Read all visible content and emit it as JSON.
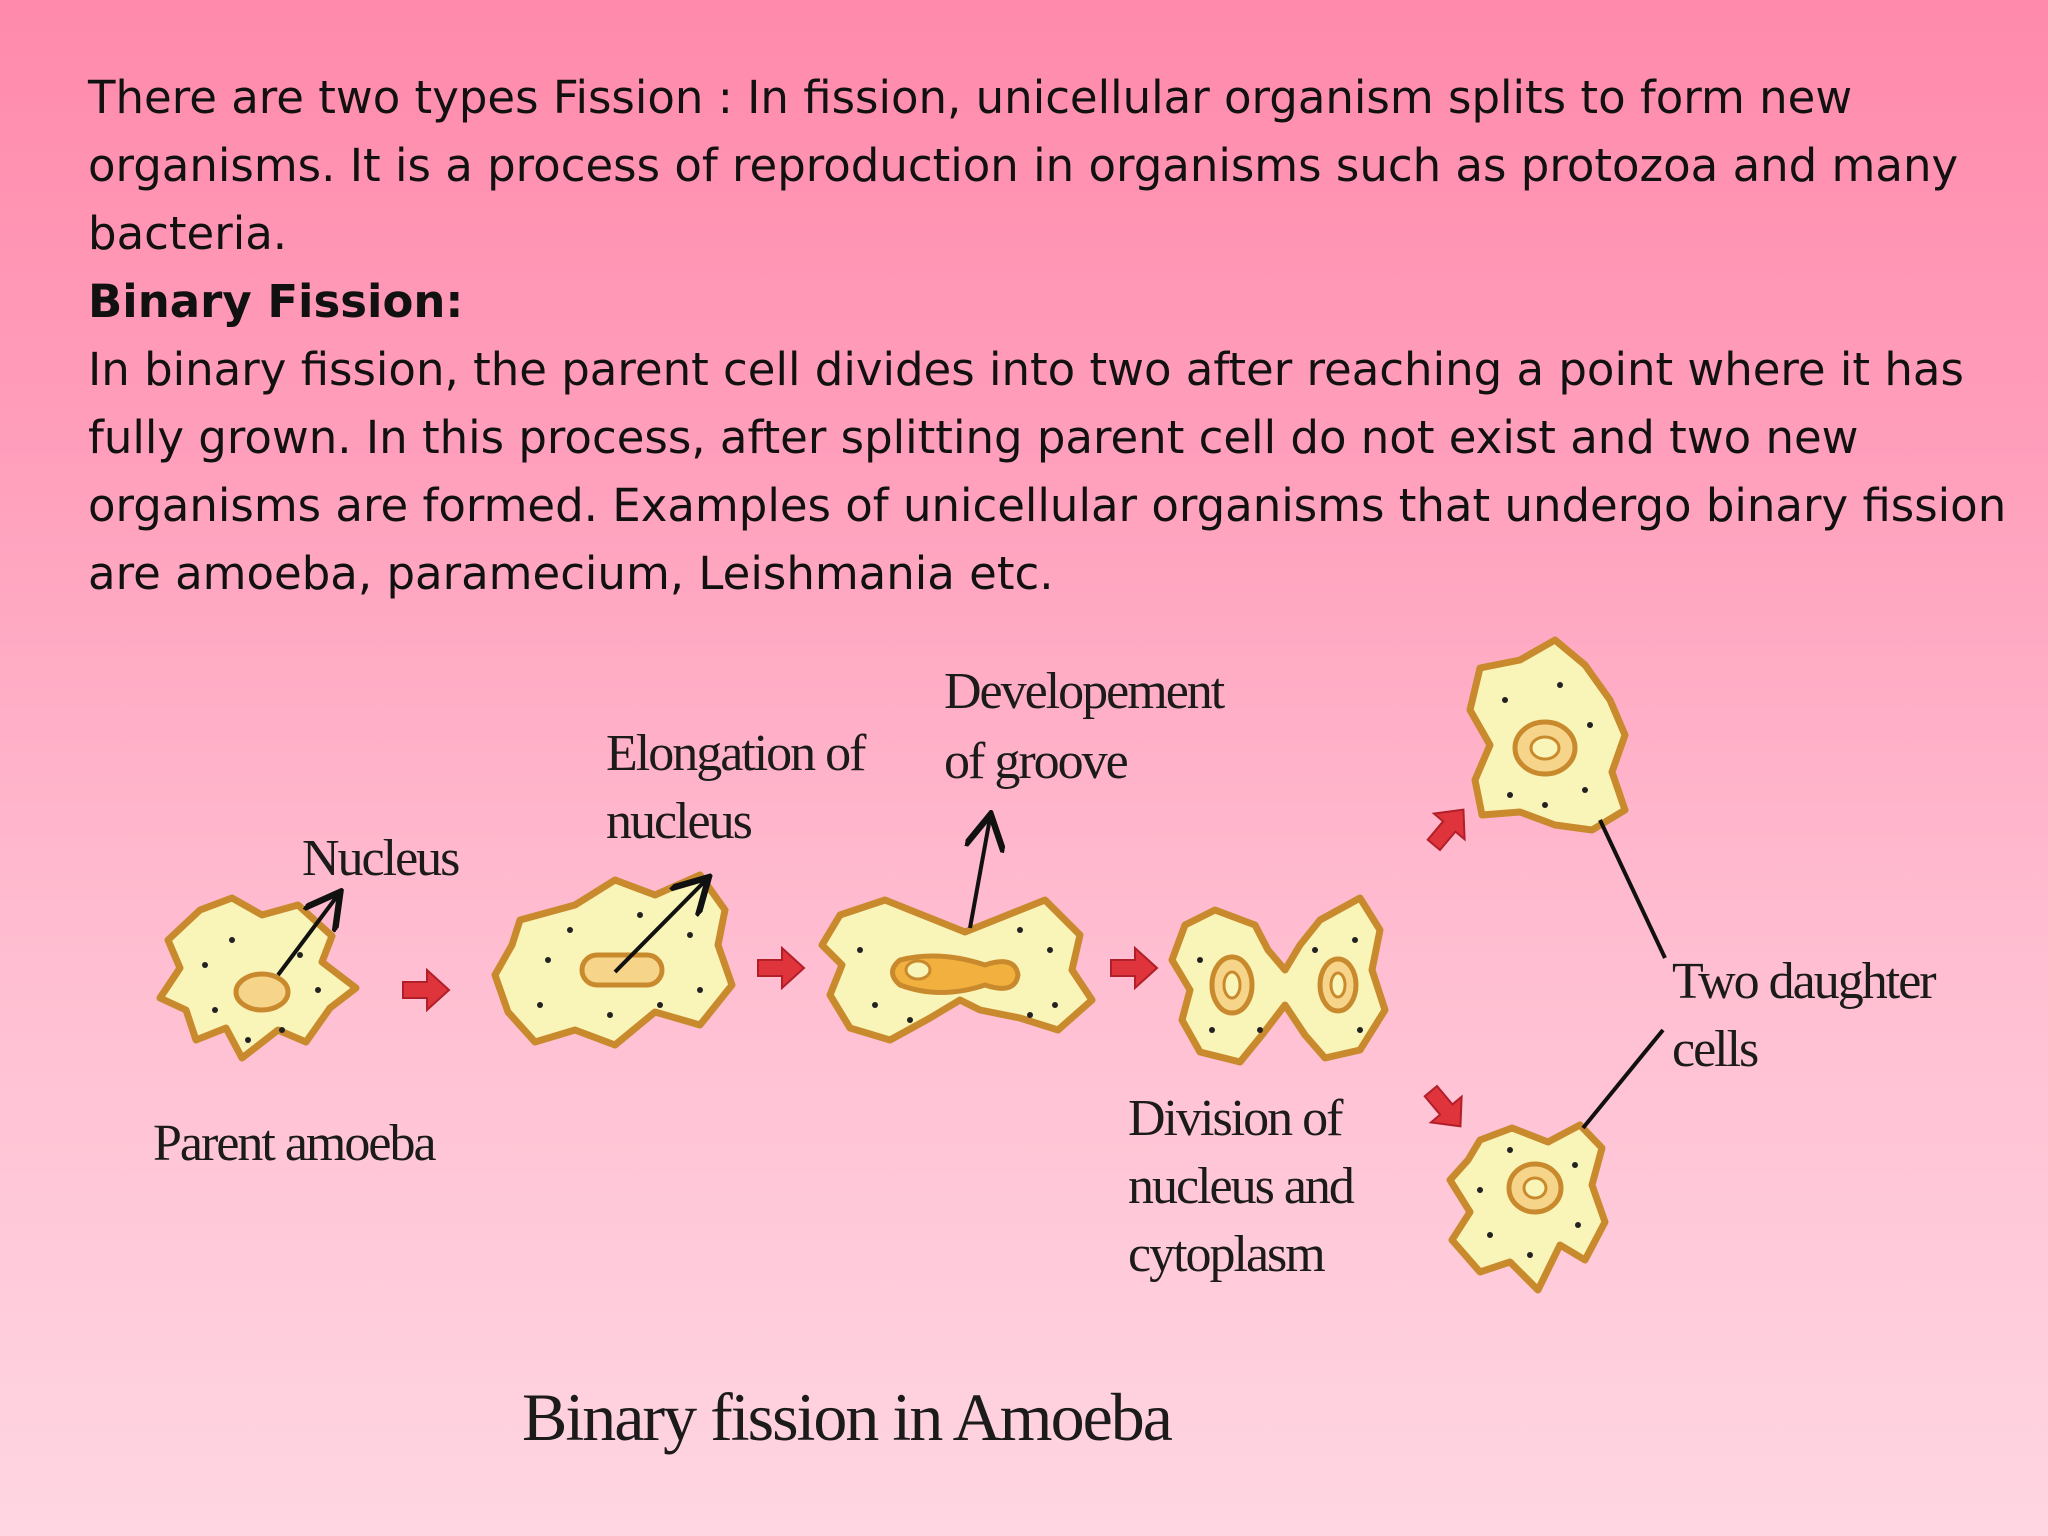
{
  "intro": {
    "paragraph1": "There are two types Fission :  In fission, unicellular organism splits to form new organisms. It is a process of reproduction in organisms such as protozoa and many bacteria.",
    "heading": "Binary Fission:",
    "paragraph2": "In binary fission, the parent cell divides into two after reaching a point where it has fully grown. In this process, after splitting parent cell do not exist and two new organisms are formed. Examples of unicellular organisms that undergo binary fission are amoeba, paramecium, Leishmania etc."
  },
  "diagram": {
    "labels": {
      "nucleus": "Nucleus",
      "parent": "Parent amoeba",
      "elongation": [
        "Elongation of",
        "nucleus"
      ],
      "groove": [
        "Developement",
        "of groove"
      ],
      "division": [
        "Division of",
        "nucleus and",
        "cytoplasm"
      ],
      "daughters": [
        "Two daughter",
        "cells"
      ]
    },
    "caption": "Binary fission in Amoeba",
    "colors": {
      "cell_fill": "#f9f5b8",
      "cell_outline": "#c98a2e",
      "nucleus": "#e8a93a",
      "step_arrow": "#e0343c"
    }
  }
}
